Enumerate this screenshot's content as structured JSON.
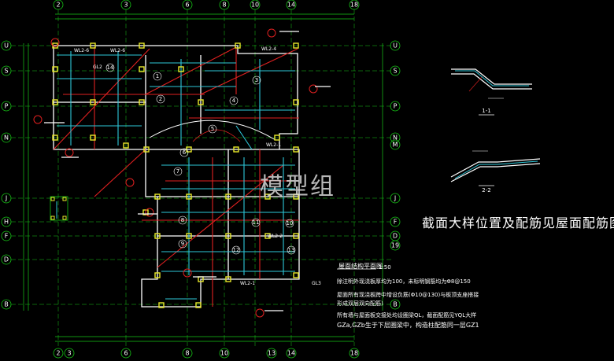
{
  "axes": {
    "top": [
      "2",
      "3",
      "6",
      "8",
      "10",
      "14",
      "18"
    ],
    "bottom": [
      "2",
      "3",
      "6",
      "8",
      "10",
      "13",
      "14",
      "18"
    ],
    "left": [
      "U",
      "S",
      "P",
      "N",
      "J",
      "H",
      "F",
      "D",
      "B"
    ],
    "right": [
      "U",
      "S",
      "P",
      "N",
      "M",
      "J",
      "F",
      "D",
      "19",
      "B"
    ]
  },
  "rooms": [
    "1",
    "2",
    "3",
    "4",
    "5",
    "6",
    "7",
    "8",
    "9",
    "10",
    "11",
    "12",
    "13",
    "14"
  ],
  "beam_labels": [
    "WL2-6",
    "WL2-6",
    "GL2",
    "WL2-4",
    "WL2-1",
    "WL2-2",
    "WL2-1",
    "GL3"
  ],
  "section_labels": [
    "1-1",
    "2-2"
  ],
  "title": "截面大样位置及配筋见屋面配筋图",
  "plan_title": "屋面结构平面图",
  "plan_scale": "1:50",
  "notes": [
    "除注明外现浇板厚均为100，未标明钢筋均为Φ8@150",
    "屋面所有现浇板跨中增设负筋(Φ10@130)与板顶支座搭接",
    "形成双层双向配筋)",
    "所有墙与屋面板交接处均设圈梁QL，截面配筋见YQL大样",
    "GZa,GZb生于下层圈梁中，构造柱配筋同一层GZ1"
  ],
  "watermark": "模型组",
  "colors": {
    "background": "#000000",
    "axis": "#16c616",
    "wall": "#ffffff",
    "beam": "#e02020",
    "rebar": "#2ec7d9",
    "column": "#e8e82a",
    "note_bubble": "#e02020"
  }
}
